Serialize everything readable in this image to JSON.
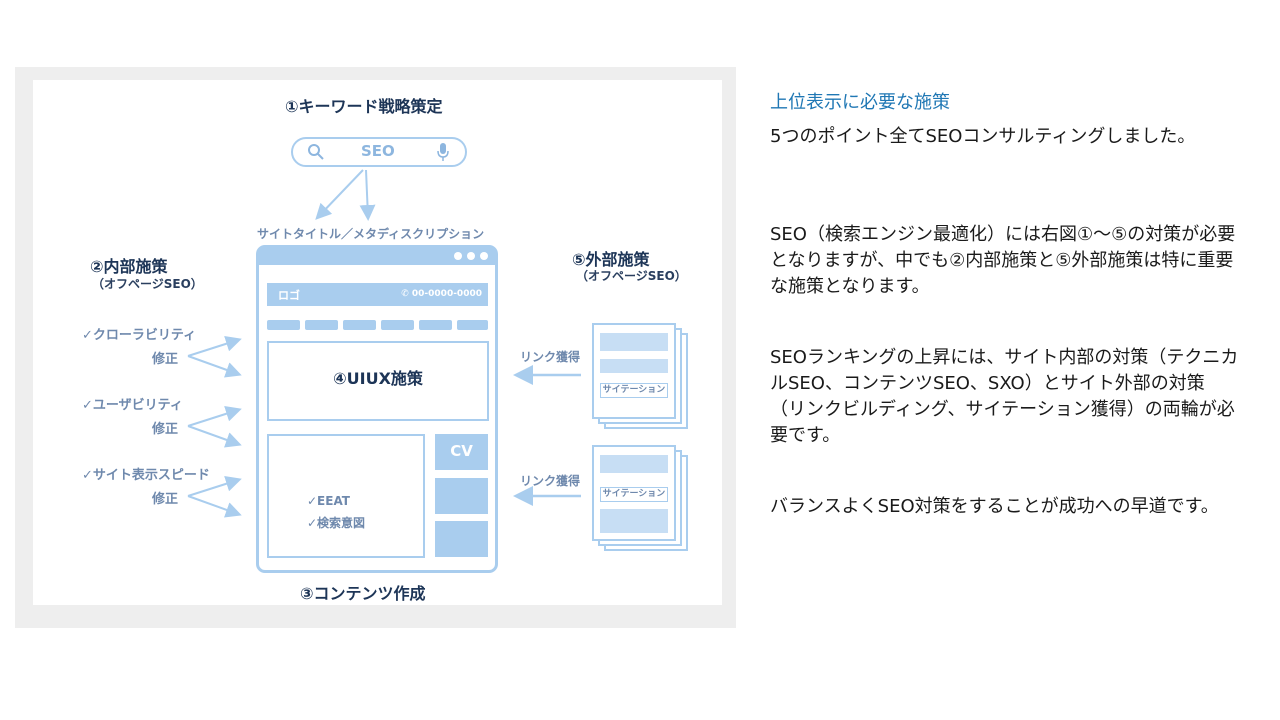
{
  "diagram": {
    "step1_title": "①キーワード戦略策定",
    "search_text": "SEO",
    "meta_label": "サイトタイトル／メタディスクリプション",
    "step2_title": "②内部施策",
    "step2_sub": "（オフページSEO）",
    "step5_title": "⑤外部施策",
    "step5_sub": "（オフページSEO）",
    "internal_items": [
      {
        "label": "✓クローラビリティ",
        "action": "修正"
      },
      {
        "label": "✓ユーザビリティ",
        "action": "修正"
      },
      {
        "label": "✓サイト表示スピード",
        "action": "修正"
      }
    ],
    "browser": {
      "logo": "ロゴ",
      "phone": "✆ 00-0000-0000",
      "uiux_label": "④UIUX施策",
      "checks": [
        "✓EEAT",
        "✓検索意図"
      ],
      "cv_label": "CV"
    },
    "step3_title": "③コンテンツ作成",
    "link_label_1": "リンク獲得",
    "link_label_2": "リンク獲得",
    "citation_1": "サイテーション",
    "citation_2": "サイテーション",
    "colors": {
      "accent": "#a9cdee",
      "navy": "#1d3557",
      "muted": "#6f89ad"
    }
  },
  "text_panel": {
    "heading": "上位表示に必要な施策",
    "paragraphs": [
      "5つのポイント全てSEOコンサルティングしました。",
      "SEO（検索エンジン最適化）には右図①～⑤の対策が必要となりますが、中でも②内部施策と⑤外部施策は特に重要な施策となります。",
      "SEOランキングの上昇には、サイト内部の対策（テクニカルSEO、コンテンツSEO、SXO）とサイト外部の対策（リンクビルディング、サイテーション獲得）の両輪が必要です。",
      "バランスよくSEO対策をすることが成功への早道です。"
    ]
  }
}
